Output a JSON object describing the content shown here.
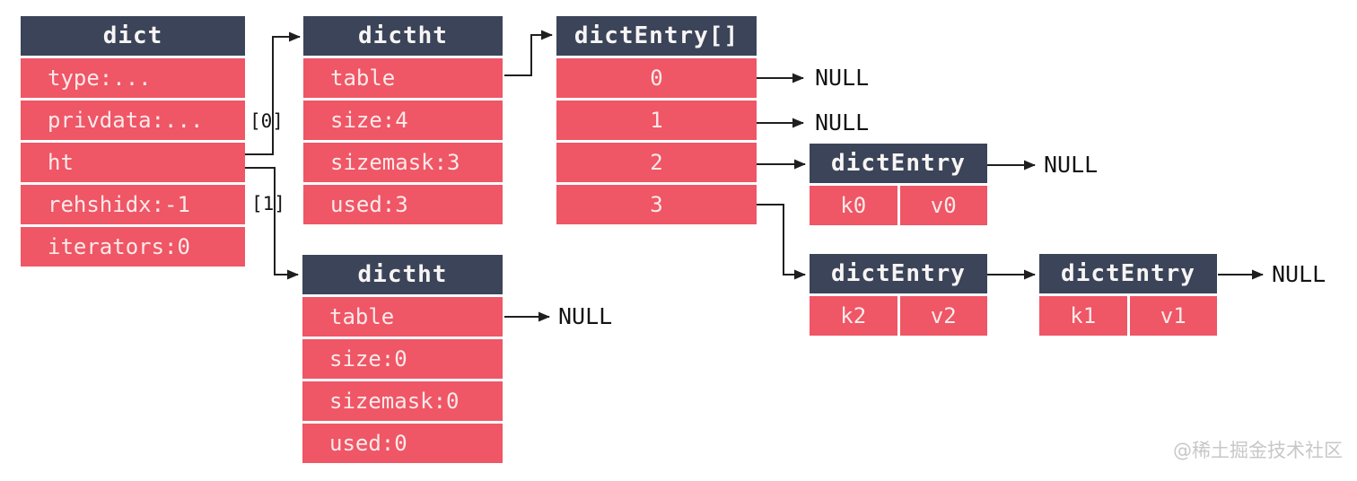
{
  "colors": {
    "header_bg": "#3b4459",
    "cell_bg": "#ef5666",
    "header_text": "#f7f5f4",
    "cell_text": "#fbeae9",
    "connector": "#1f1f1f",
    "annotation_text": "#141414",
    "watermark_text": "#c7c7c7"
  },
  "dict": {
    "title": "dict",
    "rows": [
      "type:...",
      "privdata:...",
      "ht",
      "rehshidx:-1",
      "iterators:0"
    ]
  },
  "ht_index_labels": {
    "zero": "[0]",
    "one": "[1]"
  },
  "dictht0": {
    "title": "dictht",
    "rows": [
      "table",
      "size:4",
      "sizemask:3",
      "used:3"
    ]
  },
  "dictht1": {
    "title": "dictht",
    "rows": [
      "table",
      "size:0",
      "sizemask:0",
      "used:0"
    ]
  },
  "bucket_array": {
    "title": "dictEntry[]",
    "rows": [
      "0",
      "1",
      "2",
      "3"
    ]
  },
  "entries": {
    "e0": {
      "title": "dictEntry",
      "key": "k0",
      "value": "v0"
    },
    "e2": {
      "title": "dictEntry",
      "key": "k2",
      "value": "v2"
    },
    "e1": {
      "title": "dictEntry",
      "key": "k1",
      "value": "v1"
    }
  },
  "null_label": "NULL",
  "watermark": "@稀土掘金技术社区"
}
